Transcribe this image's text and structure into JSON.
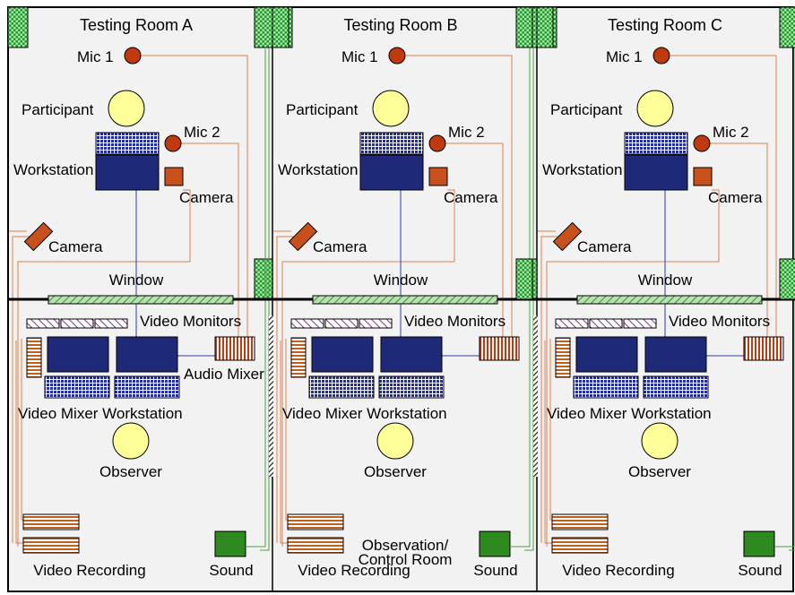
{
  "rooms": [
    {
      "title": "Testing Room A",
      "mic1": "Mic 1",
      "mic2": "Mic 2",
      "participant": "Participant",
      "workstation": "Workstation",
      "camera_desk": "Camera",
      "camera_corner": "Camera",
      "window": "Window",
      "video_monitors": "Video Monitors",
      "audio_mixer": "Audio Mixer",
      "video_mixer_workstation": "Video Mixer Workstation",
      "observer": "Observer",
      "video_recording": "Video Recording",
      "sound": "Sound"
    },
    {
      "title": "Testing Room B",
      "mic1": "Mic 1",
      "mic2": "Mic 2",
      "participant": "Participant",
      "workstation": "Workstation",
      "camera_desk": "Camera",
      "camera_corner": "Camera",
      "window": "Window",
      "video_monitors": "Video Monitors",
      "audio_mixer": "",
      "video_mixer_workstation": "Video Mixer Workstation",
      "observer": "Observer",
      "video_recording": "Video Recording",
      "sound": "Sound"
    },
    {
      "title": "Testing Room C",
      "mic1": "Mic 1",
      "mic2": "Mic 2",
      "participant": "Participant",
      "workstation": "Workstation",
      "camera_desk": "Camera",
      "camera_corner": "Camera",
      "window": "Window",
      "video_monitors": "Video Monitors",
      "audio_mixer": "",
      "video_mixer_workstation": "Video Mixer Workstation",
      "observer": "Observer",
      "video_recording": "Video Recording",
      "sound": "Sound"
    }
  ],
  "observation_room_label_line1": "Observation/",
  "observation_room_label_line2": "Control Room",
  "colors": {
    "background": "#f2f2f2",
    "participant": "#ffff99",
    "mic": "#c0390f",
    "workstation": "#1e2a78",
    "camera": "#c8501c",
    "video_cable": "#d9824f",
    "audio_cable": "#4aa040",
    "data_cable": "#2b3aa8",
    "speaker": "#2e8a1e"
  }
}
